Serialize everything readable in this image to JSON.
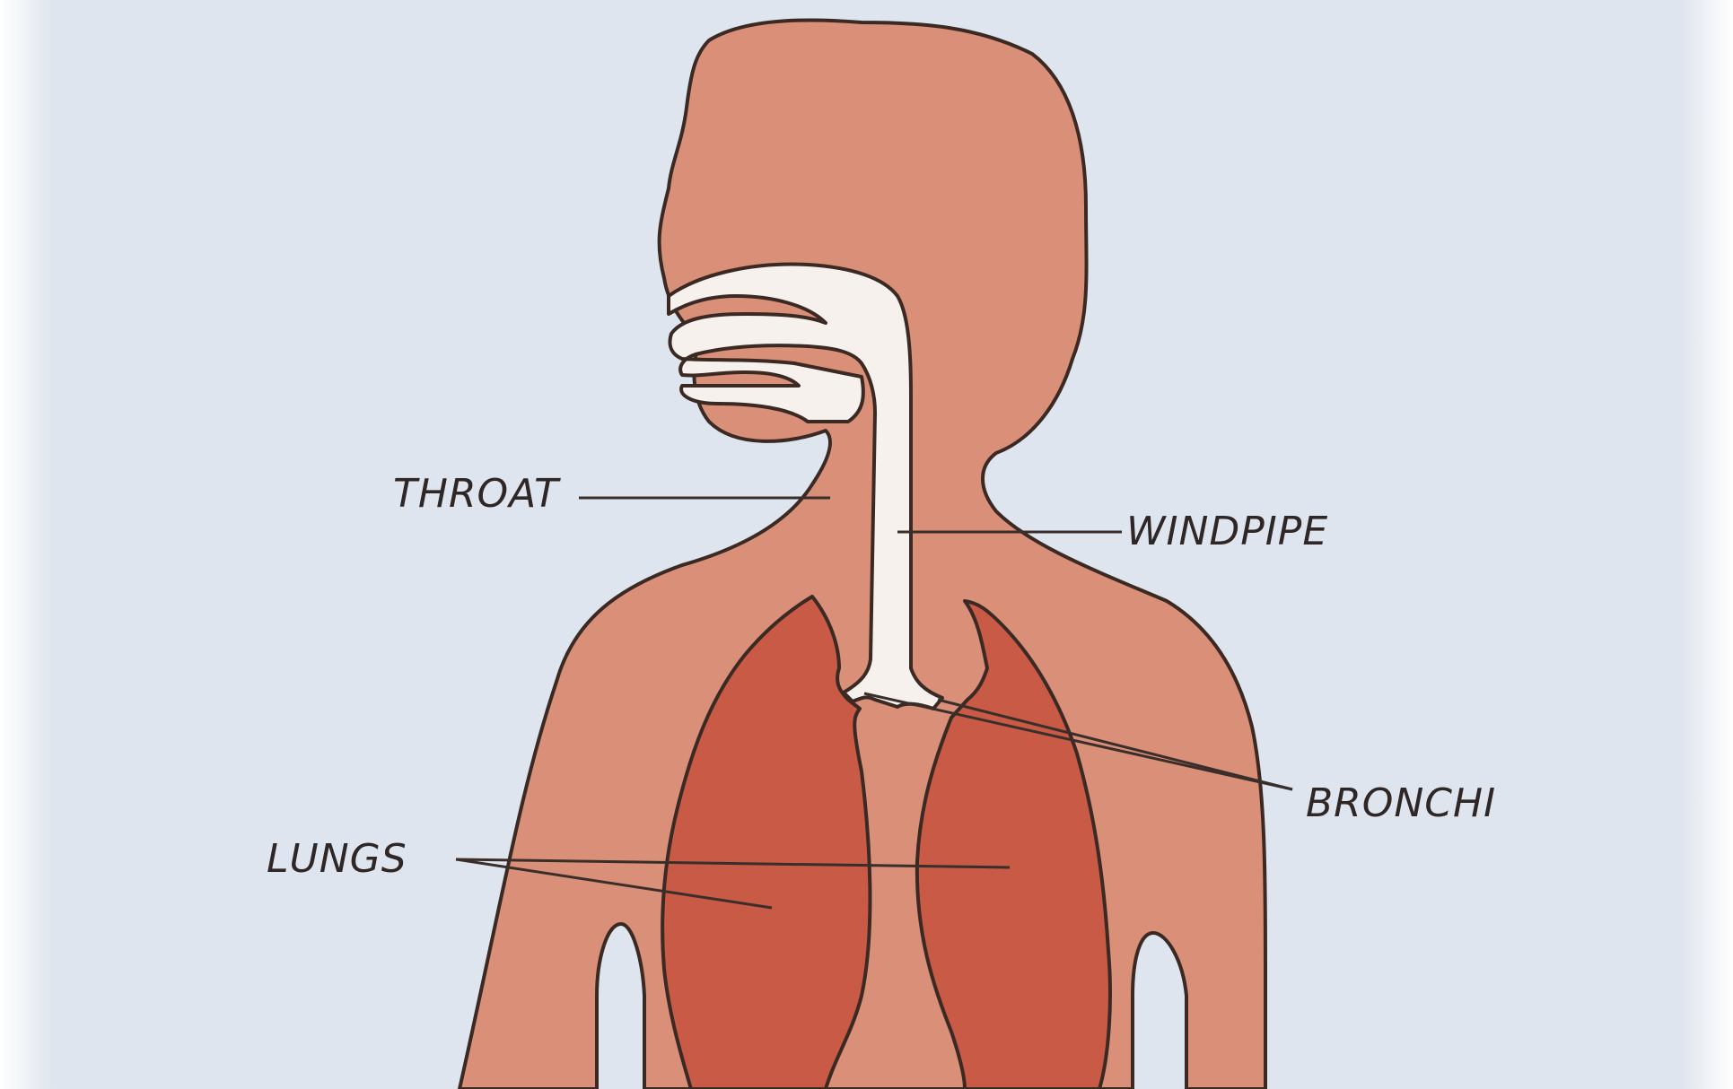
{
  "diagram": {
    "labels": {
      "throat": "THROAT",
      "windpipe": "WINDPIPE",
      "bronchi": "BRONCHI",
      "lungs": "LUNGS"
    },
    "colors": {
      "background": "#dfe5ee",
      "skin": "#d98f78",
      "lungs": "#c85a46",
      "airway": "#f6f1ec",
      "outline": "#3b2a24",
      "text": "#2f2626"
    }
  }
}
